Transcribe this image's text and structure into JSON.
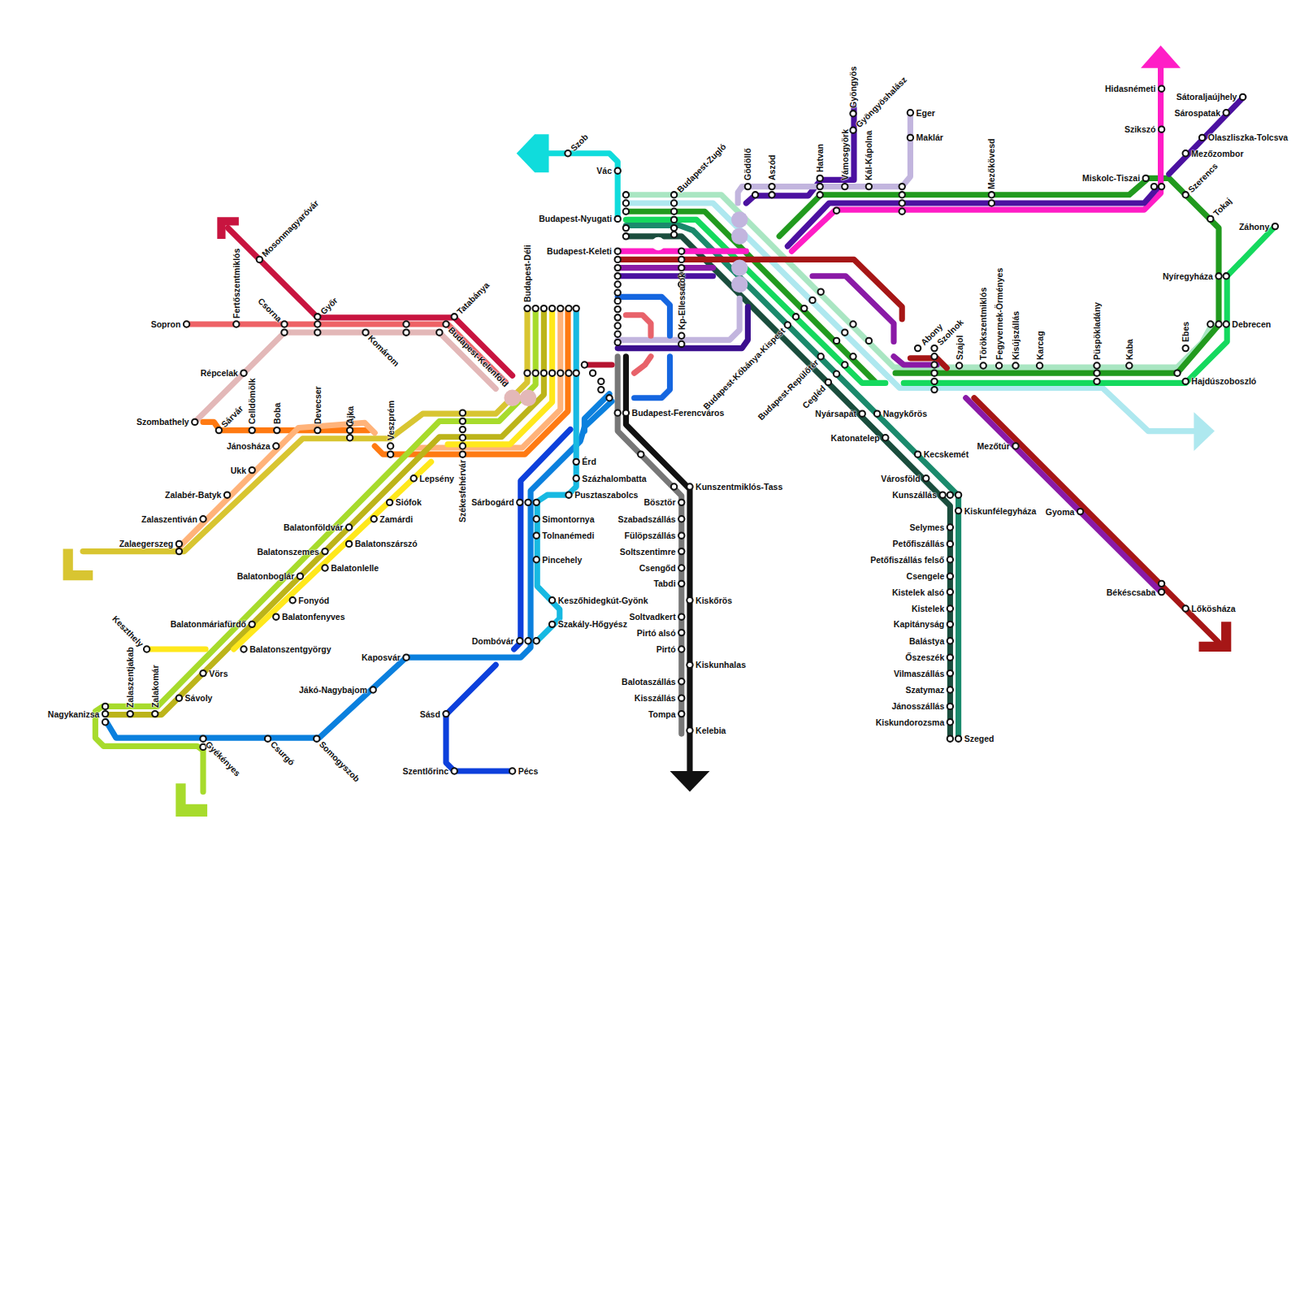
{
  "diagram": {
    "labels": [
      "Szob",
      "Vác",
      "Budapest-Nyugati",
      "Budapest-Zugló",
      "Budapest-Keleti",
      "Budapest-Déli",
      "Tatabánya",
      "Budapest-Kelenföld",
      "Győr",
      "Mosonmagyaróvár",
      "Sopron",
      "Fertőszentmiklós",
      "Csorna",
      "Komárom",
      "Répcelak",
      "Szombathely",
      "Sárvár",
      "Celldömölk",
      "Boba",
      "Devecser",
      "Ajka",
      "Veszprém",
      "Jánosháza",
      "Ukk",
      "Zalabér-Batyk",
      "Zalaszentiván",
      "Zalaegerszeg",
      "Lepsény",
      "Siófok",
      "Zamárdi",
      "Balatonföldvár",
      "Balatonszárszó",
      "Balatonszemes",
      "Balatonlelle",
      "Balatonboglár",
      "Fonyód",
      "Balatonfenyves",
      "Balatonmáriafürdő",
      "Balatonszentgyörgy",
      "Keszthely",
      "Vörs",
      "Sávoly",
      "Zalaszentjakab",
      "Zalakomár",
      "Nagykanizsa",
      "Gyékényes",
      "Csurgó",
      "Somogyszob",
      "Jákó-Nagybajom",
      "Kaposvár",
      "Sásd",
      "Szentlőrinc",
      "Pécs",
      "Székesfehérvár",
      "Sárbogárd",
      "Simontornya",
      "Tolnanémedi",
      "Pincehely",
      "Keszőhidegkút-Gyönk",
      "Szakály-Hőgyész",
      "Dombóvár",
      "Érd",
      "Százhalombatta",
      "Pusztaszabolcs",
      "Budapest-Ferencváros",
      "Kunszentmiklós-Tass",
      "Bösztör",
      "Szabadszállás",
      "Fülöpszállás",
      "Soltszentimre",
      "Csengőd",
      "Tabdi",
      "Kiskőrös",
      "Soltvadkert",
      "Pirtó alsó",
      "Pirtó",
      "Kiskunhalas",
      "Balotaszállás",
      "Kisszállás",
      "Tompa",
      "Kelebia",
      "Kp-Ellessarok",
      "Gödöllő",
      "Aszód",
      "Hatvan",
      "Gyöngyös",
      "Gyöngyöshalász",
      "Vámosgyörk",
      "Kál-Kápolna",
      "Eger",
      "Maklár",
      "Mezőkövesd",
      "Miskolc-Tiszai",
      "Hidasnémeti",
      "Szikszó",
      "Sátoraljaújhely",
      "Sárospatak",
      "Olaszliszka-Tolcsva",
      "Mezőzombor",
      "Szerencs",
      "Tokaj",
      "Záhony",
      "Nyíregyháza",
      "Debrecen",
      "Ebes",
      "Hajdúszoboszló",
      "Püspökladány",
      "Kaba",
      "Karcag",
      "Kisújszállás",
      "Fegyvernek-Örményes",
      "Törökszentmiklós",
      "Szajol",
      "Szolnok",
      "Abony",
      "Budapest-Kőbánya-Kispest",
      "Budapest-Repülőtér",
      "Cegléd",
      "Nyársapát",
      "Nagykőrös",
      "Katonatelep",
      "Kecskemét",
      "Városföld",
      "Kunszállás",
      "Kiskunfélegyháza",
      "Selymes",
      "Petőfiszállás",
      "Petőfiszállás felső",
      "Csengele",
      "Kistelek alsó",
      "Kistelek",
      "Kapitányság",
      "Balástya",
      "Őszeszék",
      "Vilmaszállás",
      "Szatymaz",
      "Jánosszállás",
      "Kiskundorozsma",
      "Szeged",
      "Mezőtúr",
      "Gyoma",
      "Békéscsaba",
      "Lőkösháza"
    ]
  }
}
